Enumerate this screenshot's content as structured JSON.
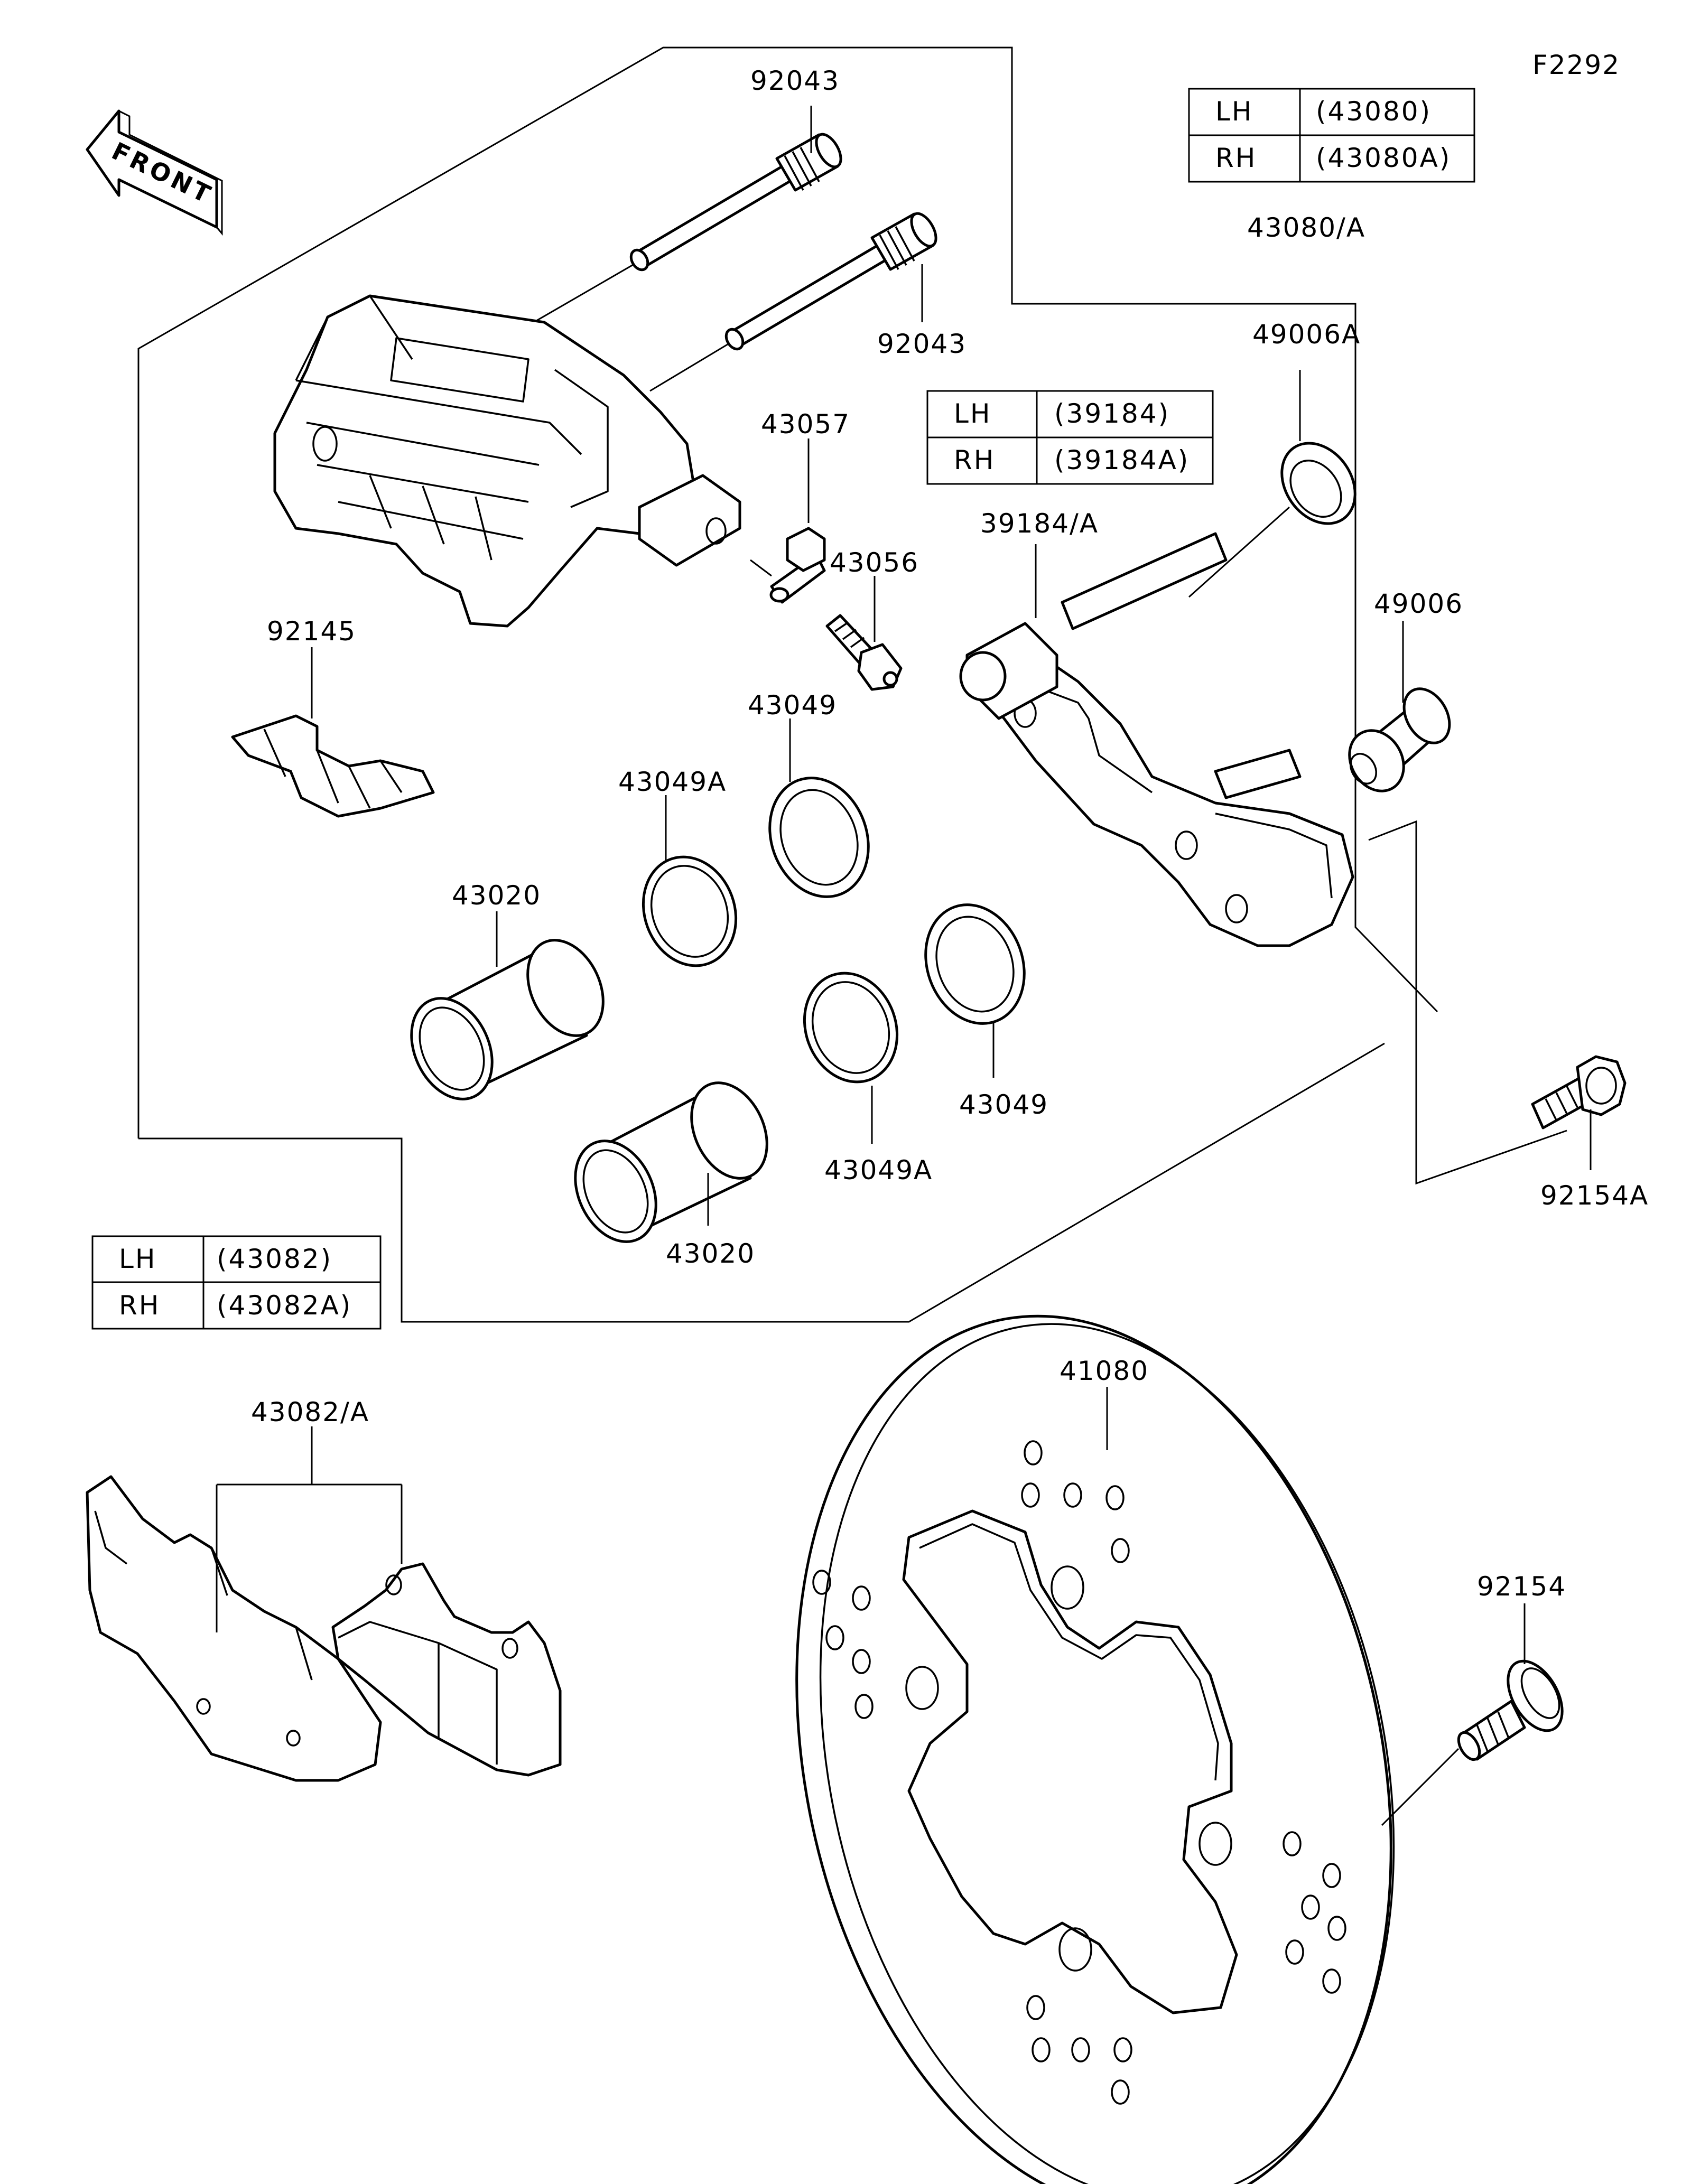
{
  "figure_code": "F2292",
  "front_label": "FRONT",
  "tables": {
    "caliper_assy": [
      {
        "side": "LH",
        "part": "(43080)"
      },
      {
        "side": "RH",
        "part": "(43080A)"
      }
    ],
    "bracket": [
      {
        "side": "LH",
        "part": "(39184)"
      },
      {
        "side": "RH",
        "part": "(39184A)"
      }
    ],
    "pads": [
      {
        "side": "LH",
        "part": "(43082)"
      },
      {
        "side": "RH",
        "part": "(43082A)"
      }
    ]
  },
  "callouts": {
    "pin_top": "92043",
    "pin_second": "92043",
    "caliper_assy": "43080/A",
    "seal_49006a": "49006A",
    "bracket": "39184/A",
    "boot_49006": "49006",
    "bleeder_cap": "43057",
    "bleeder_valve": "43056",
    "pad_spring": "92145",
    "seal_43049_upper": "43049",
    "seal_43049a_upper": "43049A",
    "piston_upper": "43020",
    "seal_43049_lower": "43049",
    "seal_43049a_lower": "43049A",
    "piston_lower": "43020",
    "bolt_92154a": "92154A",
    "disc": "41080",
    "pads": "43082/A",
    "bolt_92154": "92154"
  }
}
